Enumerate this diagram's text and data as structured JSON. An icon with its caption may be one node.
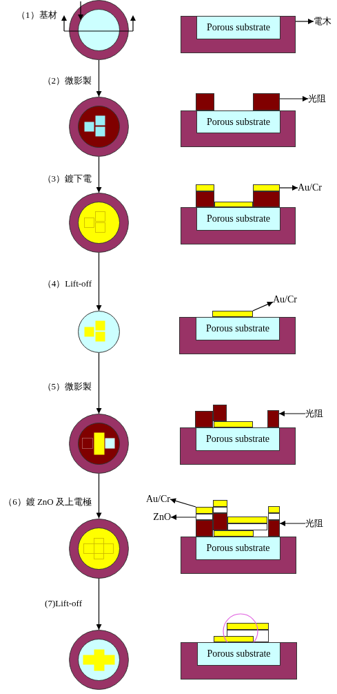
{
  "diagram": {
    "nodes": [
      {
        "text": [],
        "shape": "circle"
      },
      {
        "text": [],
        "shape": "box"
      },
      {
        "text": [
          "Porous substrate"
        ],
        "in": 1
      },
      {
        "text": [
          "電木"
        ]
      },
      {
        "text": [],
        "shape": "circle"
      },
      {
        "text": [],
        "shape": "box"
      },
      {
        "text": [
          "Porous substrate"
        ],
        "in": 5
      },
      {
        "text": [],
        "shape": "box"
      },
      {
        "text": [
          "光阻"
        ]
      },
      {
        "text": [],
        "shape": "circle"
      },
      {
        "text": [],
        "shape": "box"
      },
      {
        "text": [
          "Porous substrate"
        ],
        "in": 10
      },
      {
        "text": [],
        "shape": "box"
      },
      {
        "text": [
          "Au/Cr"
        ]
      },
      {
        "text": [],
        "shape": "circle"
      },
      {
        "text": [],
        "shape": "box"
      },
      {
        "text": [
          "Porous substrate"
        ],
        "in": 15
      },
      {
        "text": [],
        "shape": "box"
      },
      {
        "text": [
          "Au/Cr"
        ]
      },
      {
        "text": [],
        "shape": "circle"
      },
      {
        "text": [],
        "shape": "box"
      },
      {
        "text": [
          "Porous substrate"
        ],
        "in": 20
      },
      {
        "text": [],
        "shape": "box"
      },
      {
        "text": [
          "光阻"
        ]
      },
      {
        "text": [],
        "shape": "circle"
      },
      {
        "text": [
          "Au/Cr"
        ]
      },
      {
        "text": [
          "ZnO"
        ]
      },
      {
        "text": [],
        "shape": "box"
      },
      {
        "text": [
          "Porous substrate"
        ],
        "in": 27
      },
      {
        "text": [],
        "shape": "box"
      },
      {
        "text": [],
        "shape": "box"
      },
      {
        "text": [],
        "shape": "box"
      },
      {
        "text": [
          "光阻"
        ]
      },
      {
        "text": [],
        "shape": "circle"
      },
      {
        "text": [],
        "shape": "box"
      },
      {
        "text": [
          "Porous substrate"
        ],
        "in": 34
      }
    ],
    "edges": [
      {
        "from": 0,
        "to": 4,
        "arrow": "to",
        "label": "（2）微影製"
      },
      {
        "from": 4,
        "to": 9,
        "arrow": "to",
        "label": "（3）鍍下電"
      },
      {
        "from": 9,
        "to": 14,
        "arrow": "to",
        "label": "（4）Lift-off"
      },
      {
        "from": 14,
        "to": 19,
        "arrow": "to",
        "label": "（5）微影製"
      },
      {
        "from": 19,
        "to": 24,
        "arrow": "to",
        "label": "（6）鍍 ZnO 及上電極"
      },
      {
        "from": 24,
        "to": 33,
        "arrow": "to",
        "label": "(7)Lift-off"
      },
      {
        "from": 1,
        "to": 3,
        "arrow": "to"
      },
      {
        "from": 7,
        "to": 8,
        "arrow": "to"
      },
      {
        "from": 12,
        "to": 13,
        "arrow": "to"
      },
      {
        "from": 17,
        "to": 18,
        "arrow": "to"
      },
      {
        "from": 23,
        "to": 22,
        "arrow": "to"
      },
      {
        "from": 29,
        "to": 25,
        "arrow": "to"
      },
      {
        "from": 30,
        "to": 26,
        "arrow": "to"
      },
      {
        "from": 32,
        "to": 31,
        "arrow": "to"
      }
    ],
    "labels": [
      "（1）基材"
    ]
  }
}
